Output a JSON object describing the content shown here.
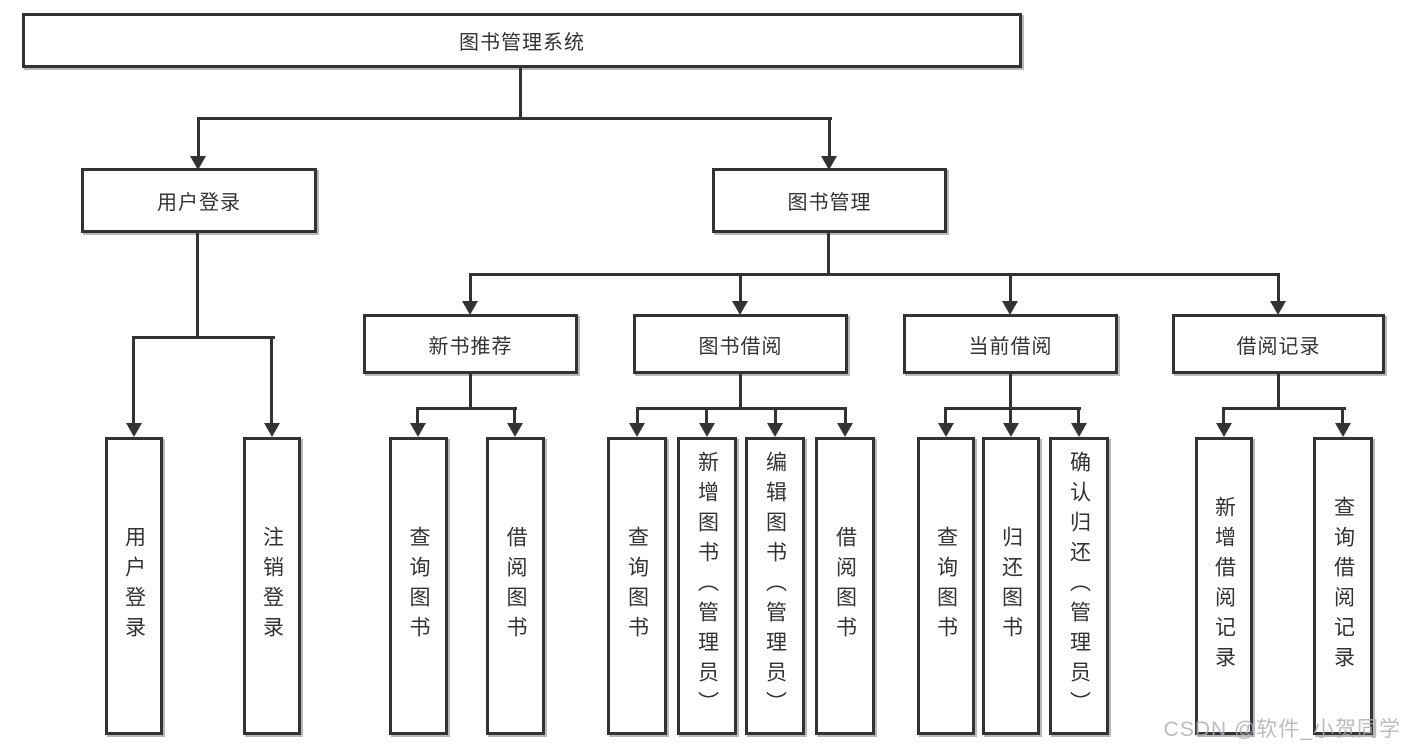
{
  "diagram_title": "图书管理系统",
  "tree": {
    "root": {
      "label": "图书管理系统",
      "children": [
        {
          "label": "用户登录",
          "children": [
            {
              "label": "用户登录"
            },
            {
              "label": "注销登录"
            }
          ]
        },
        {
          "label": "图书管理",
          "children": [
            {
              "label": "新书推荐",
              "children": [
                {
                  "label": "查询图书"
                },
                {
                  "label": "借阅图书"
                }
              ]
            },
            {
              "label": "图书借阅",
              "children": [
                {
                  "label": "查询图书"
                },
                {
                  "label": "新增图书（管理员）"
                },
                {
                  "label": "编辑图书（管理员）"
                },
                {
                  "label": "借阅图书"
                }
              ]
            },
            {
              "label": "当前借阅",
              "children": [
                {
                  "label": "查询图书"
                },
                {
                  "label": "归还图书"
                },
                {
                  "label": "确认归还（管理员）"
                }
              ]
            },
            {
              "label": "借阅记录",
              "children": [
                {
                  "label": "新增借阅记录"
                },
                {
                  "label": "查询借阅记录"
                }
              ]
            }
          ]
        }
      ]
    }
  },
  "watermark": "CSDN @软件_小贺同学",
  "colors": {
    "line": "#333333",
    "text": "#333333",
    "background": "#ffffff",
    "watermark": "#afafba"
  }
}
